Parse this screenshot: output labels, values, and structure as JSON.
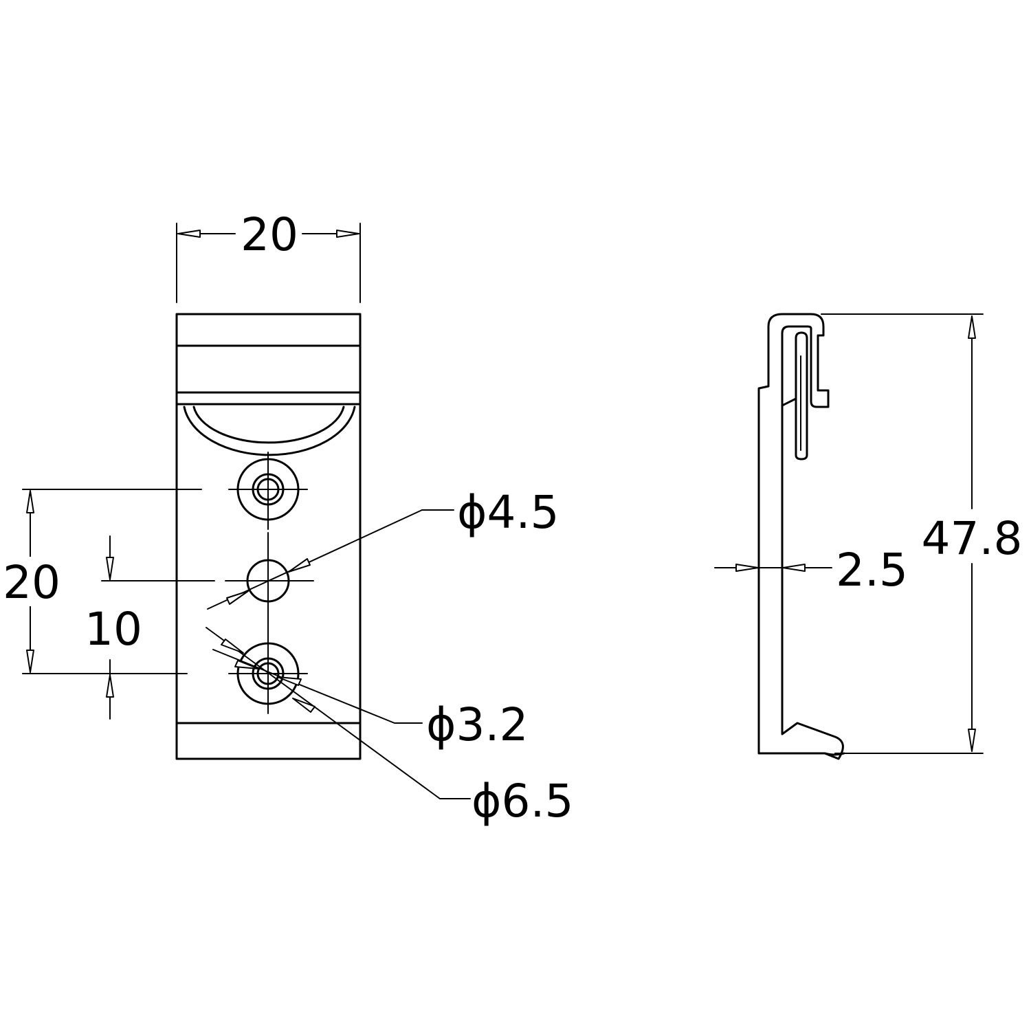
{
  "colors": {
    "line": "#000000",
    "background": "#ffffff"
  },
  "dimensions": {
    "front_width": "20",
    "hole_spacing": "20",
    "offset": "10",
    "dia_middle_hole": "ϕ4.5",
    "dia_counterbore_small": "ϕ3.2",
    "dia_counterbore_large": "ϕ6.5",
    "side_height": "47.8",
    "side_thickness": "2.5"
  }
}
